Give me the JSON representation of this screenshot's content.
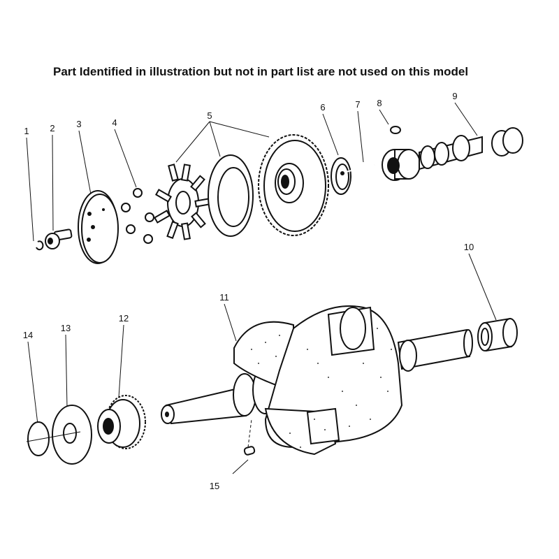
{
  "note": "Part Identified in illustration but not in part list are not used on this model",
  "callouts": [
    {
      "id": "1",
      "label": "1"
    },
    {
      "id": "2",
      "label": "2"
    },
    {
      "id": "3",
      "label": "3"
    },
    {
      "id": "4",
      "label": "4"
    },
    {
      "id": "5",
      "label": "5"
    },
    {
      "id": "6",
      "label": "6"
    },
    {
      "id": "7",
      "label": "7"
    },
    {
      "id": "8",
      "label": "8"
    },
    {
      "id": "9",
      "label": "9"
    },
    {
      "id": "10",
      "label": "10"
    },
    {
      "id": "11",
      "label": "11"
    },
    {
      "id": "12",
      "label": "12"
    },
    {
      "id": "13",
      "label": "13"
    },
    {
      "id": "14",
      "label": "14"
    },
    {
      "id": "15",
      "label": "15"
    }
  ]
}
